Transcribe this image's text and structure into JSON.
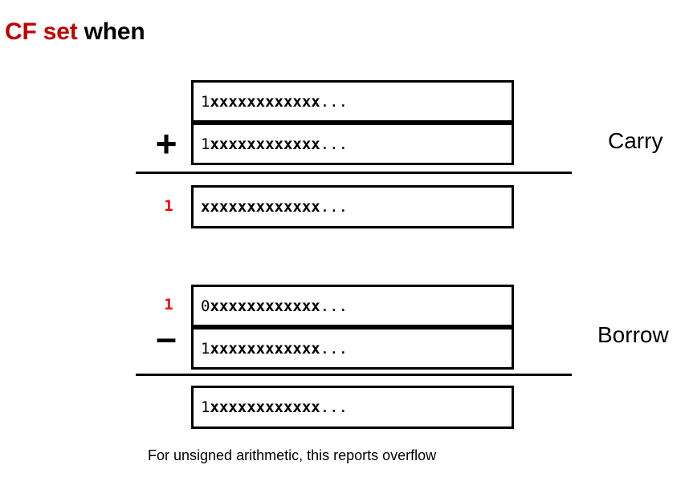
{
  "title": {
    "highlight": "CF set",
    "rest": " when",
    "highlight_color": "#C00000",
    "rest_color": "#000000"
  },
  "colors": {
    "flag_red": "#FF0000",
    "title_red": "#C00000",
    "ink": "#000000",
    "background": "#FFFFFF"
  },
  "diagram": {
    "operations": [
      {
        "name": "addition",
        "operator": "+",
        "side_label": "Carry",
        "flag": "1",
        "rows": [
          {
            "lead": "1",
            "xs": "xxxxxxxxxxxx",
            "dots": "..."
          },
          {
            "lead": "1",
            "xs": "xxxxxxxxxxxx",
            "dots": "..."
          }
        ],
        "result": {
          "lead": "",
          "xs": "xxxxxxxxxxxxx",
          "dots": "..."
        }
      },
      {
        "name": "subtraction",
        "operator": "–",
        "side_label": "Borrow",
        "flag": "1",
        "rows": [
          {
            "lead": "0",
            "xs": "xxxxxxxxxxxx",
            "dots": "..."
          },
          {
            "lead": "1",
            "xs": "xxxxxxxxxxxx",
            "dots": "..."
          }
        ],
        "result": {
          "lead": "1",
          "xs": "xxxxxxxxxxxx",
          "dots": "..."
        }
      }
    ]
  },
  "caption": "For unsigned arithmetic, this reports overflow"
}
